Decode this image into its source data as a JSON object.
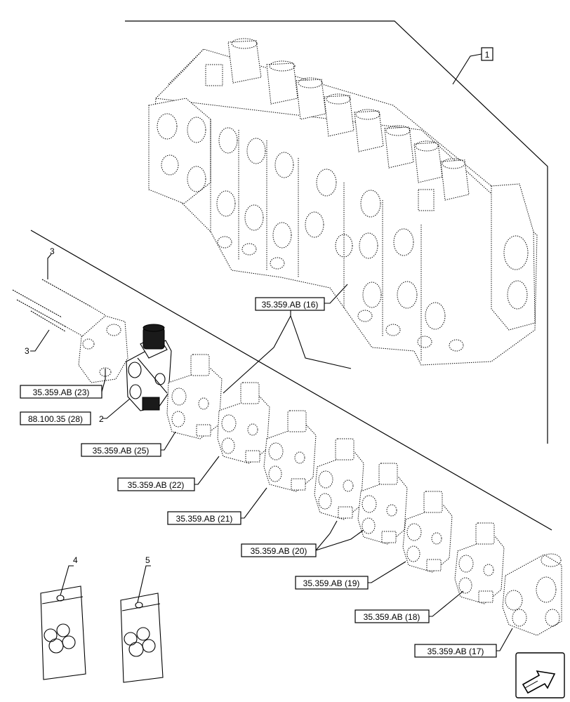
{
  "callouts": {
    "item_1": "1",
    "item_2": "2",
    "item_3_top": "3",
    "item_3_bottom": "3",
    "item_4": "4",
    "item_5": "5"
  },
  "references": {
    "ref_16": "35.359.AB (16)",
    "ref_23": "35.359.AB (23)",
    "ref_28": "88.100.35 (28)",
    "ref_25": "35.359.AB (25)",
    "ref_22": "35.359.AB (22)",
    "ref_21": "35.359.AB (21)",
    "ref_20": "35.359.AB (20)",
    "ref_19": "35.359.AB (19)",
    "ref_18": "35.359.AB (18)",
    "ref_17": "35.359.AB (17)"
  },
  "icons": {
    "nav": "next-page-arrow-icon"
  }
}
